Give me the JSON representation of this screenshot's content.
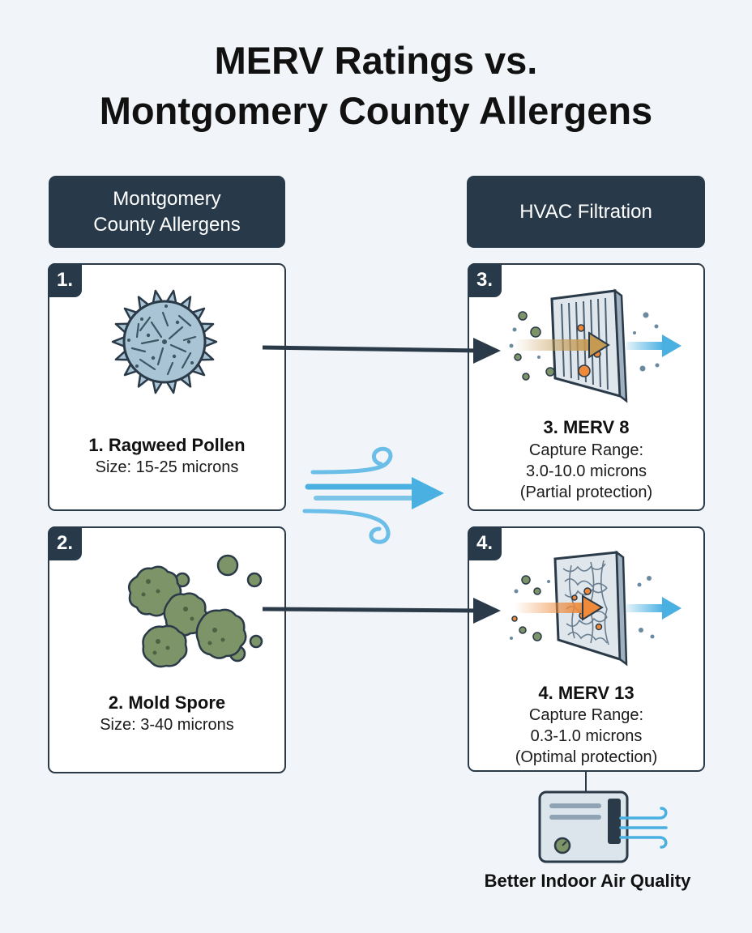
{
  "title": {
    "line1": "MERV Ratings vs.",
    "line2": "Montgomery County Allergens"
  },
  "headers": {
    "left": {
      "line1": "Montgomery",
      "line2": "County Allergens"
    },
    "right": "HVAC Filtration"
  },
  "cards": {
    "pollen": {
      "number": "1.",
      "title": "1. Ragweed Pollen",
      "size": "Size: 15-25 microns",
      "icon": "pollen-grain-icon"
    },
    "mold": {
      "number": "2.",
      "title": "2. Mold Spore",
      "size": "Size: 3-40 microns",
      "icon": "mold-spores-icon"
    },
    "merv8": {
      "number": "3.",
      "title": "3. MERV 8",
      "line1": "Capture Range:",
      "line2": "3.0-10.0 microns",
      "line3": "(Partial protection)",
      "icon": "pleated-filter-icon"
    },
    "merv13": {
      "number": "4.",
      "title": "4. MERV 13",
      "line1": "Capture Range:",
      "line2": "0.3-1.0 microns",
      "line3": "(Optimal protection)",
      "icon": "dense-filter-icon"
    }
  },
  "footer": {
    "label": "Better Indoor Air Quality",
    "icon": "air-purifier-icon"
  },
  "colors": {
    "header_bg": "#283a4a",
    "card_border": "#2a3a48",
    "airflow_blue": "#4ab0e2",
    "pollen_blue": "#a9c4d4",
    "mold_green": "#7d9468",
    "arrow_gold": "#c59a52",
    "arrow_orange": "#ee8a3a"
  }
}
